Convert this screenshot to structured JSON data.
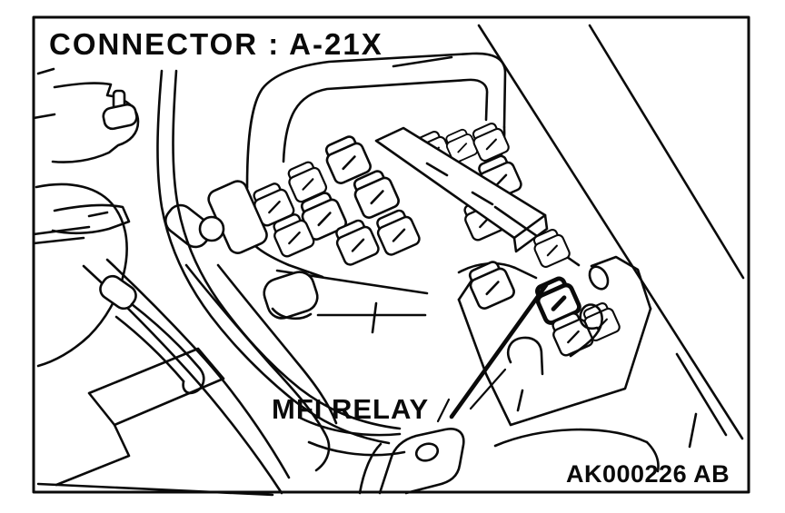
{
  "labels": {
    "connector": "CONNECTOR : A-21X",
    "mfi_relay": "MFI RELAY",
    "figure_code": "AK000226 AB"
  },
  "colors": {
    "line": "#0a0a0a",
    "background": "#ffffff"
  }
}
